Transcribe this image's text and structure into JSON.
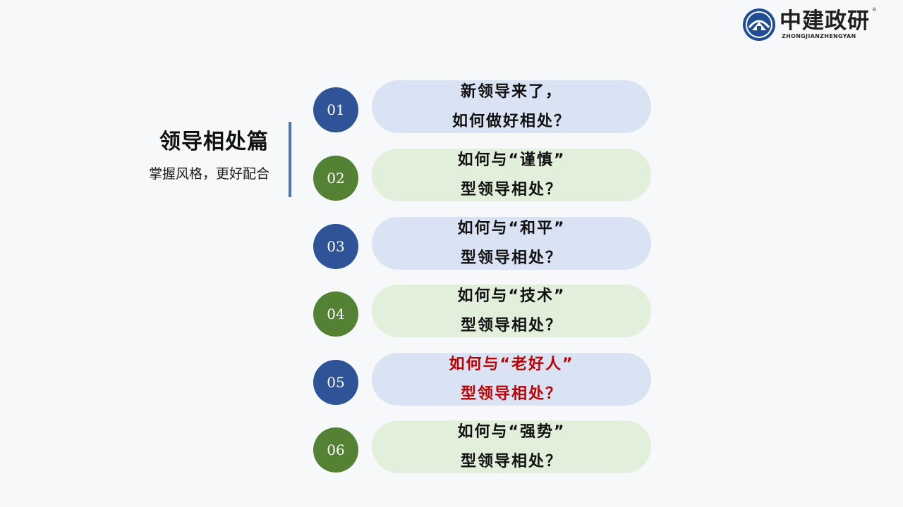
{
  "logo": {
    "name": "中建政研",
    "sub": "ZHONGJIANZHENGYAN",
    "reg": "®"
  },
  "section": {
    "title": "领导相处篇",
    "subtitle": "掌握风格，更好配合"
  },
  "items": [
    {
      "num": "01",
      "line1": "新领导来了，",
      "line2": "如何做好相处？"
    },
    {
      "num": "02",
      "line1": "如何与“谨慎”",
      "line2": "型领导相处？"
    },
    {
      "num": "03",
      "line1": "如何与“和平”",
      "line2": "型领导相处？"
    },
    {
      "num": "04",
      "line1": "如何与“技术”",
      "line2": "型领导相处？"
    },
    {
      "num": "05",
      "line1": "如何与“老好人”",
      "line2": "型领导相处？"
    },
    {
      "num": "06",
      "line1": "如何与“强势”",
      "line2": "型领导相处？"
    }
  ],
  "colors": {
    "blue_circle": "#2f5397",
    "green_circle": "#548235",
    "blue_pill": "#dae3f3",
    "green_pill": "#e2efda",
    "highlight_text": "#c00000",
    "divider": "#4a74b8"
  }
}
